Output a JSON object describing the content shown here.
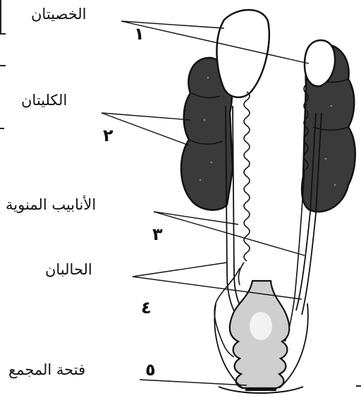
{
  "labels": {
    "testes": "الخصيتان",
    "kidneys": "الكليتان",
    "seminal_tubules": "الأنابيب المنوية",
    "ureters": "الحالبان",
    "cloaca_opening": "فتحة المجمع"
  },
  "numbers": {
    "n1": "١",
    "n2": "٢",
    "n3": "٣",
    "n4": "٤",
    "n5": "٥"
  },
  "colors": {
    "kidney": "#3a3a3a",
    "testis": "#ffffff",
    "outline": "#111111",
    "cloaca": "#cfcfcf"
  }
}
